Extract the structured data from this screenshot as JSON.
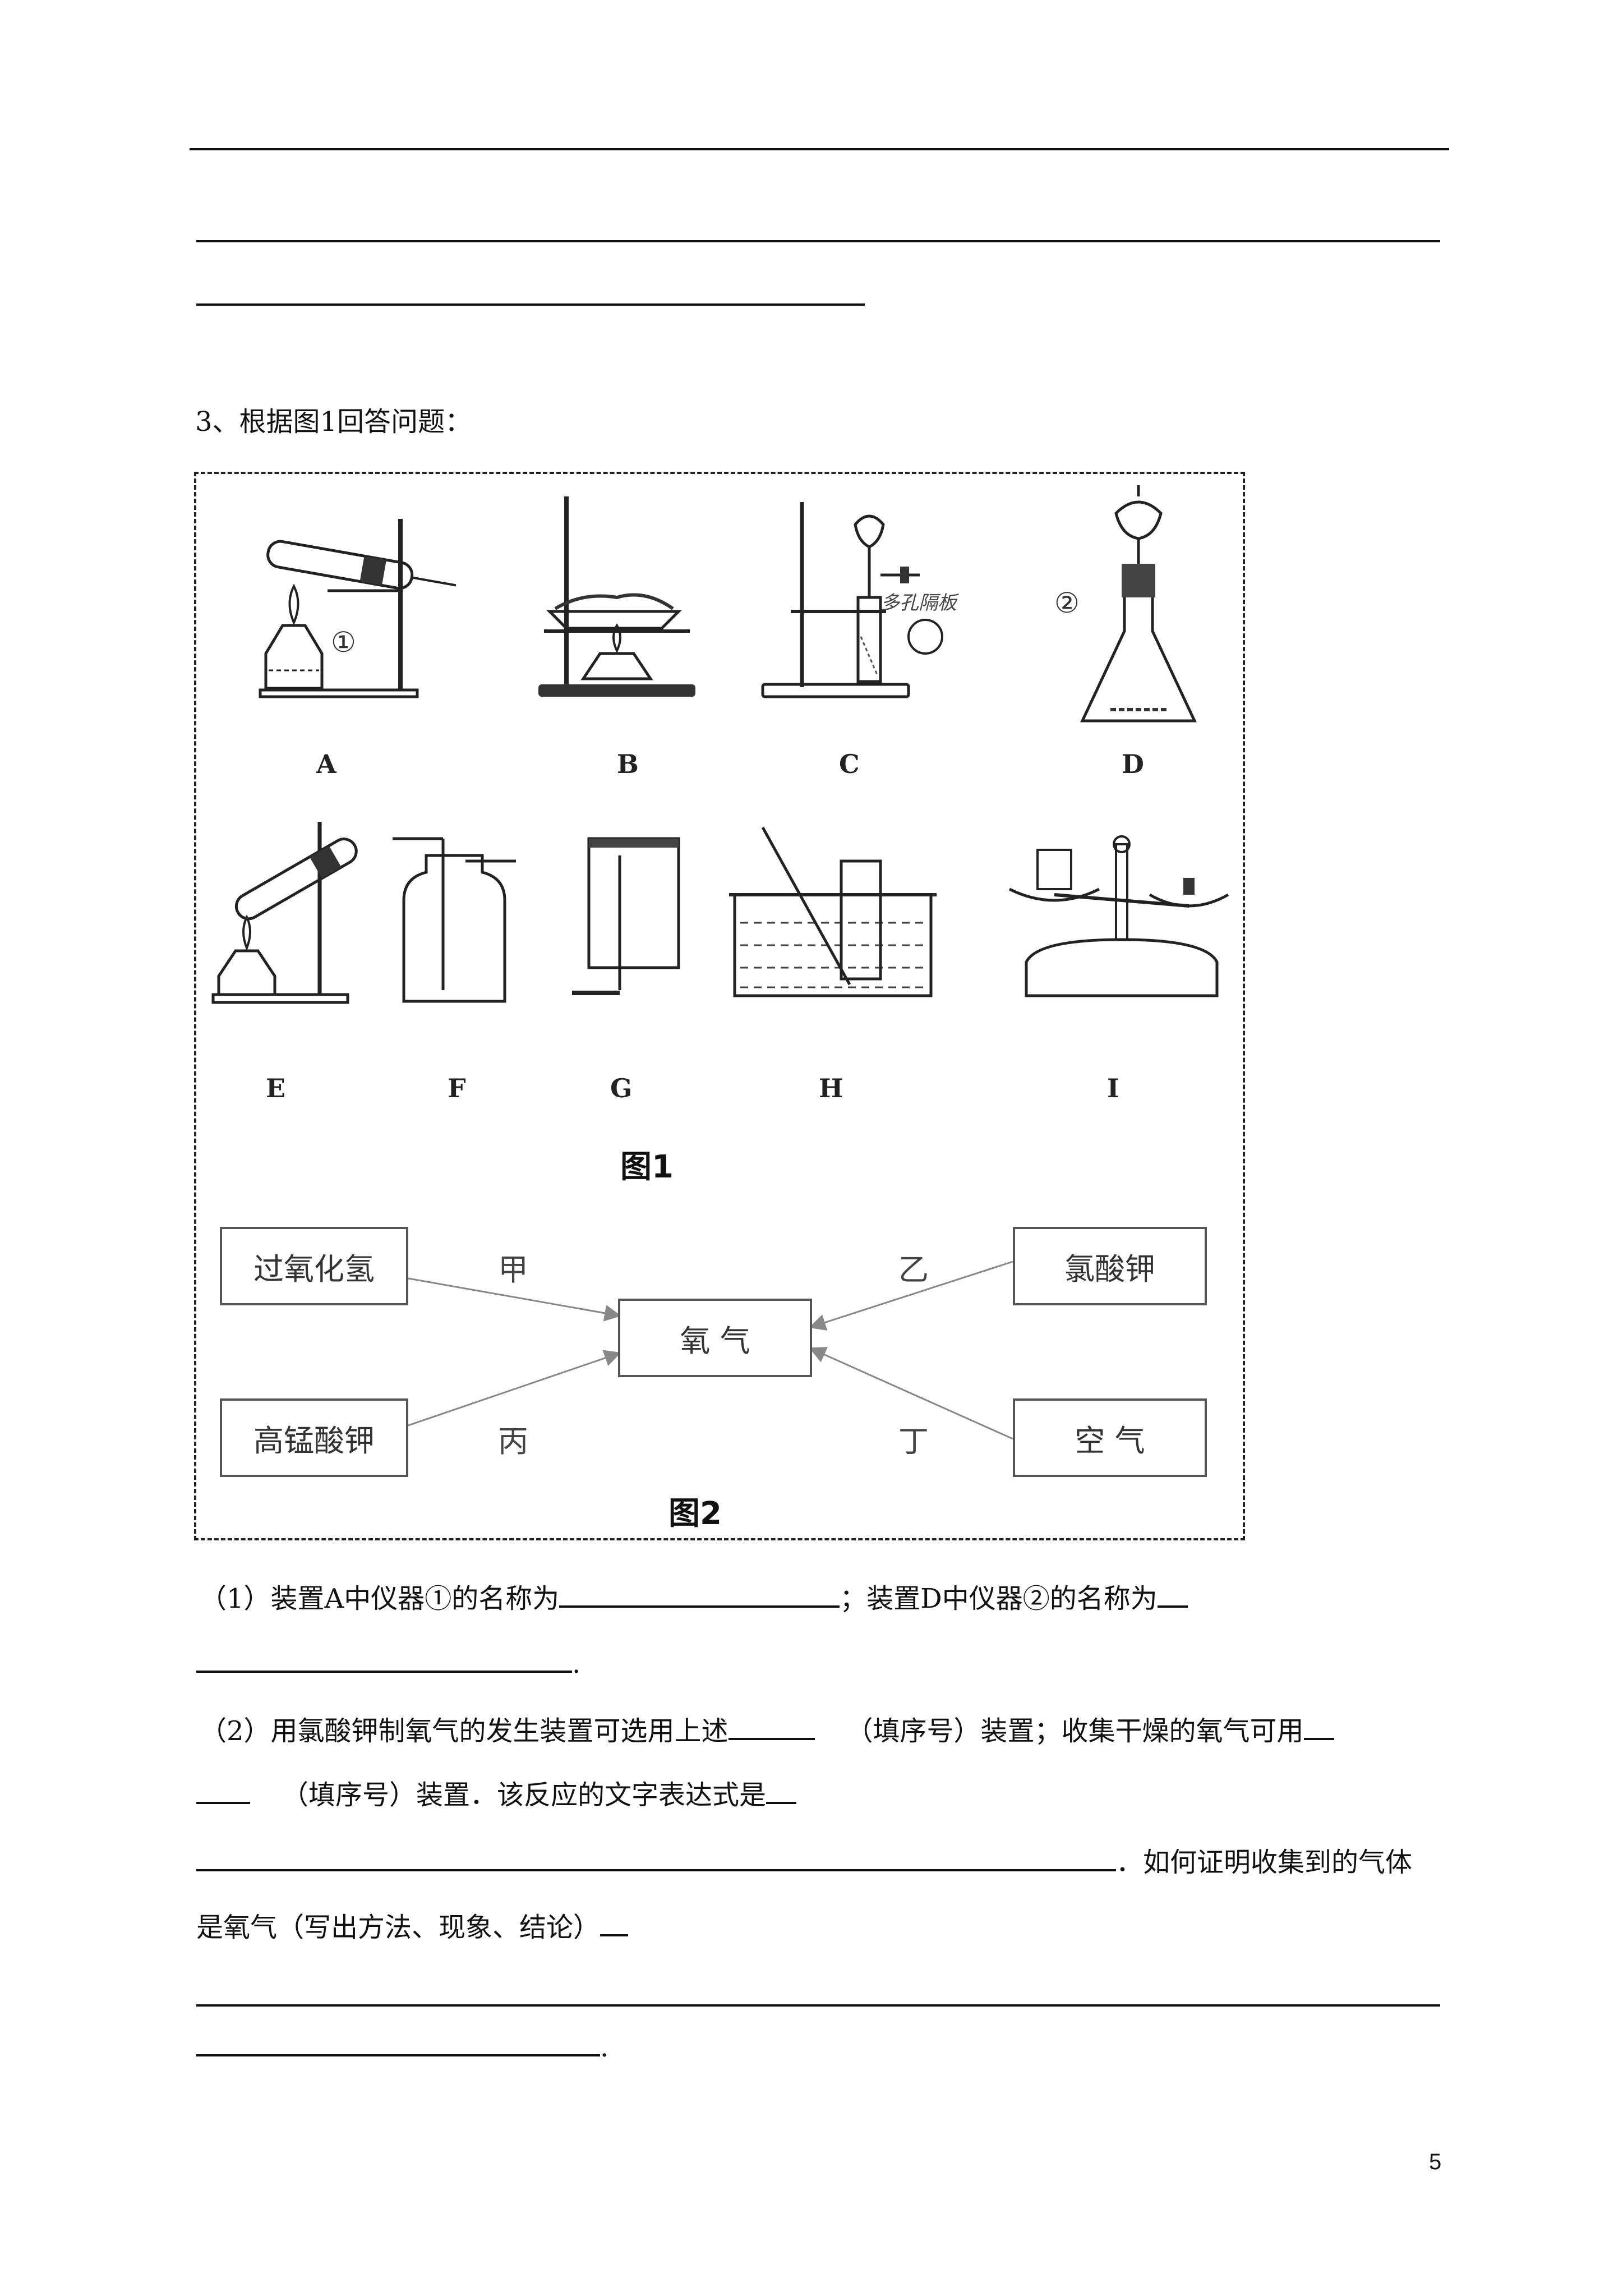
{
  "question": {
    "intro": "3、根据图1回答问题：",
    "figure1_title": "图1",
    "figure2_title": "图2",
    "apparatus": [
      "A",
      "B",
      "C",
      "D",
      "E",
      "F",
      "G",
      "H",
      "I"
    ],
    "circle1": "①",
    "circle2": "②",
    "c_annotation": "多孔隔板",
    "diagram": {
      "center": "氧 气",
      "left_top": "过氧化氢",
      "left_bottom": "高锰酸钾",
      "right_top": "氯酸钾",
      "right_bottom": "空 气",
      "arrow_jia": "甲",
      "arrow_yi": "乙",
      "arrow_bing": "丙",
      "arrow_ding": "丁"
    },
    "sub1_a": "（1）装置A中仪器①的名称为",
    "sub1_b": "；装置D中仪器②的名称为",
    "sub1_end": ".",
    "sub2_a": "（2）用氯酸钾制氧气的发生装置可选用上述",
    "sub2_b": "（填序号）装置；收集干燥的氧气可用",
    "sub2_c": "（填序号）装置．该反应的文字表达式是",
    "sub2_d": "．如何证明收集到的气体",
    "sub2_e": "是氧气（写出方法、现象、结论）",
    "sub2_end": "."
  },
  "page_number": "5"
}
